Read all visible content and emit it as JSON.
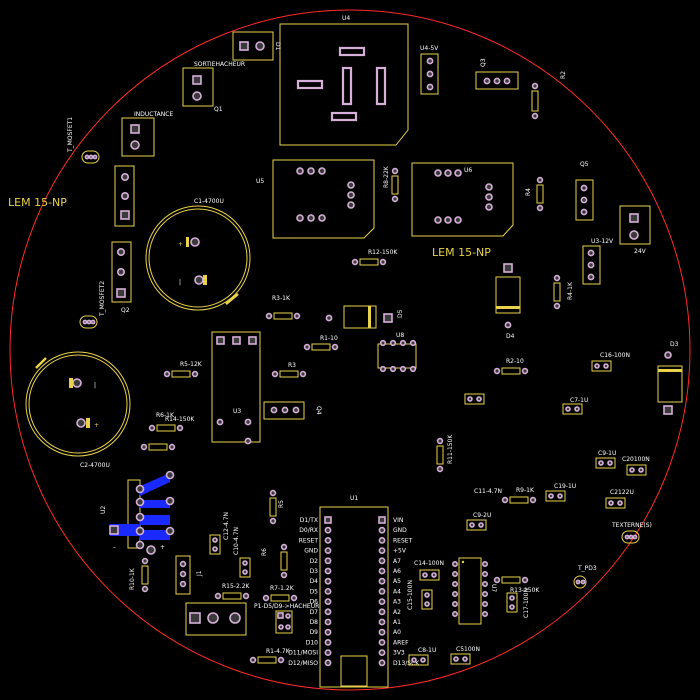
{
  "colors": {
    "background": "#000000",
    "outline": "#ff2a2a",
    "silkscreen": "#e8d24a",
    "pad": "#d7b0d9",
    "pad_fill": "#3a3a3a",
    "copper": "#1a2aff",
    "lem_text": "#e8d24a"
  },
  "board": {
    "lem_label_left": "LEM 15-NP",
    "lem_label_right": "LEM 15-NP"
  },
  "components": {
    "u4": "U4",
    "u4_5v": "U4-5V",
    "q3": "Q3",
    "r2": "R2",
    "sortie": "SORTIEHACHEUR",
    "d1": "D1",
    "q1": "Q1",
    "inductance": "INDUCTANCE",
    "t_mosfet1": "T_MOSFET1",
    "c1": "C1-4700U",
    "u5": "U5",
    "r8": "R8-22K",
    "u6": "U6",
    "q5": "Q5",
    "r4": "R4",
    "v24": "24V",
    "u3_12v": "U3-12V",
    "r12": "R12-150K",
    "r3_1k": "R3-1K",
    "d5": "D5",
    "d4": "D4",
    "r4_1k": "R4-1K",
    "t_mosfet2": "T_MOSFET2",
    "q2": "Q2",
    "r1_10": "R1-10",
    "u8": "U8",
    "r5_12k": "R5-12K",
    "r3": "R3",
    "u3": "U3",
    "q4": "Q4",
    "r2_10": "R2-10",
    "c16": "C16-100N",
    "d3": "D3",
    "r6": "R6-1K",
    "r14": "R14-150K",
    "c7": "C7-1U",
    "c2": "C2-4700U",
    "r11": "R11-150K",
    "c9_1u": "C9-1U",
    "c20": "C20100N",
    "u2": "U2",
    "r5": "R5",
    "u1": "U1",
    "c11": "C11-4.7N",
    "r9": "R9-1K",
    "c19": "C19-1U",
    "c21": "C2122U",
    "c12": "C12-4.7N",
    "c9_2u": "C9-2U",
    "texterne": "TEXTERNE(S)",
    "c10": "C10-4.7N",
    "r6b": "R6",
    "c14": "C14-100N",
    "u7": "U7",
    "t_pd3": "T_PD3",
    "r10": "R10-1K",
    "j1": "J1",
    "r15": "R15-2.2K",
    "r7": "R7-1.2K",
    "c15": "C15-100N",
    "r13": "R13-150K",
    "c17": "C17-100N",
    "p1": "P1-D5/D9->HACHEUR",
    "r1_47k": "R1-4.7K",
    "c8": "C8-1U",
    "c5": "C5100N",
    "plus1": "+",
    "minus1": "|",
    "plus2": "+",
    "minus2": "|",
    "u2_plus": "+",
    "u2_minus": "–"
  },
  "u1_left_pins": [
    "D1/TX",
    "D0/RX",
    "RESET",
    "GND",
    "D2",
    "D3",
    "D4",
    "D5",
    "D6",
    "D7",
    "D8",
    "D9",
    "D10",
    "D11/MOSI",
    "D12/MISO"
  ],
  "u1_right_pins": [
    "VIN",
    "GND",
    "RESET",
    "+5V",
    "A7",
    "A6",
    "A5",
    "A4",
    "A3",
    "A2",
    "A1",
    "A0",
    "AREF",
    "3V3",
    "D13/SCK"
  ]
}
